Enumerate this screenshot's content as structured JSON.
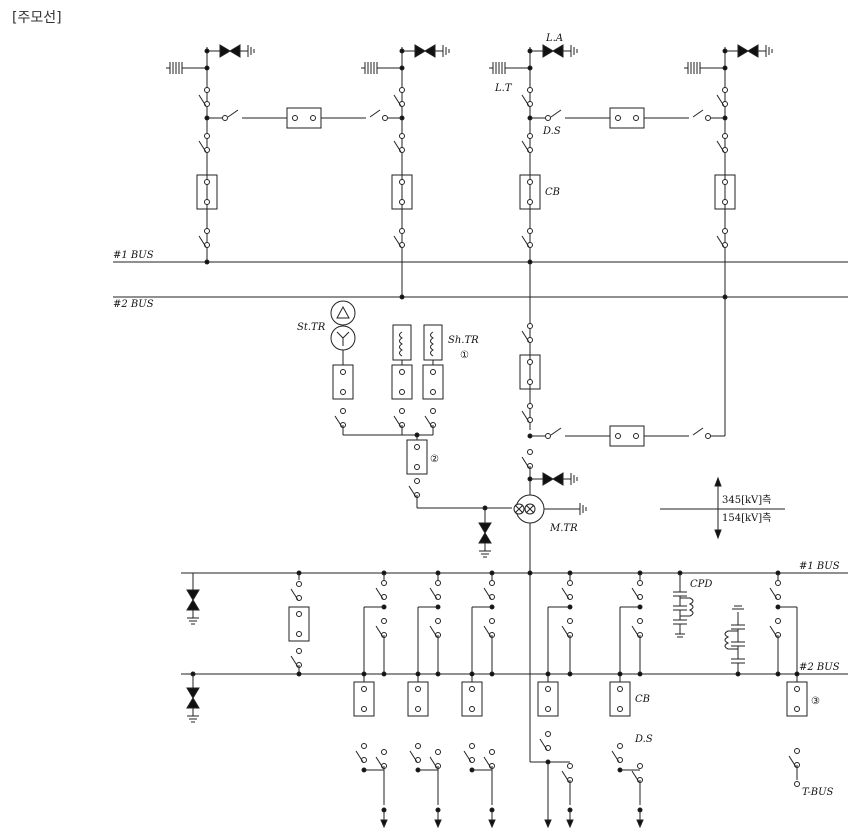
{
  "title": "[주모선]",
  "labels": {
    "la": "L.A",
    "lt": "L.T",
    "ds_top": "D.S",
    "cb_top": "CB",
    "bus1_upper": "#1 BUS",
    "bus2_upper": "#2 BUS",
    "sttr": "St.TR",
    "shtr": "Sh.TR",
    "circ1": "①",
    "circ2": "②",
    "mtr": "M.TR",
    "kv345": "345[kV]측",
    "kv154": "154[kV]측",
    "bus1_lower": "#1 BUS",
    "bus2_lower": "#2 BUS",
    "cpd": "CPD",
    "cb_low": "CB",
    "ds_low": "D.S",
    "circ3": "③",
    "tbus": "T-BUS"
  },
  "colors": {
    "line": "#222222",
    "text": "#111111",
    "background": "#ffffff"
  }
}
